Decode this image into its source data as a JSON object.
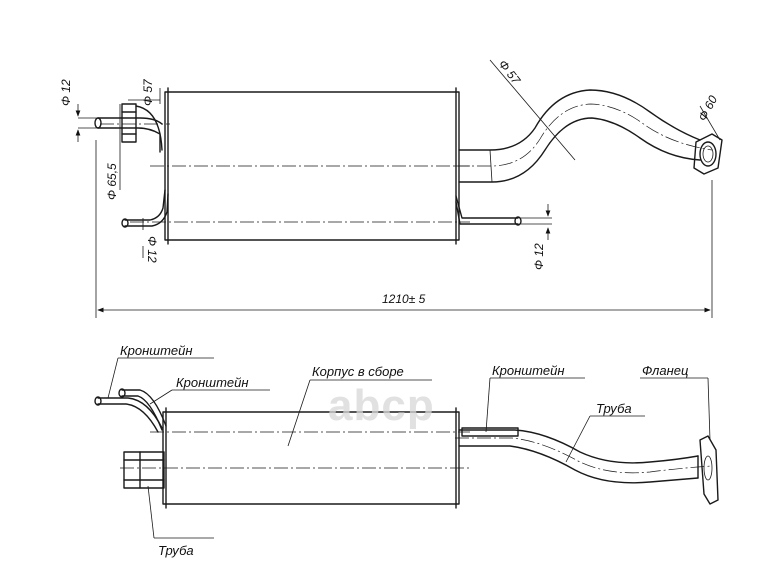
{
  "watermark": "abcp",
  "top_view": {
    "dim_inlet_pipe": "Φ 12",
    "dim_inlet_sleeve": "Φ 57",
    "dim_inlet_large": "Φ 65,5",
    "dim_inlet_lower": "Φ 12",
    "dim_outlet_pipe": "Φ 57",
    "dim_flange": "Φ 60",
    "dim_outlet_lower": "Φ 12",
    "dim_length": "1210± 5"
  },
  "side_view": {
    "label_bracket_1": "Кронштейн",
    "label_bracket_2": "Кронштейн",
    "label_body": "Корпус в сборе",
    "label_bracket_3": "Кронштейн",
    "label_flange": "Фланец",
    "label_pipe_right": "Труба",
    "label_pipe_left": "Труба"
  }
}
